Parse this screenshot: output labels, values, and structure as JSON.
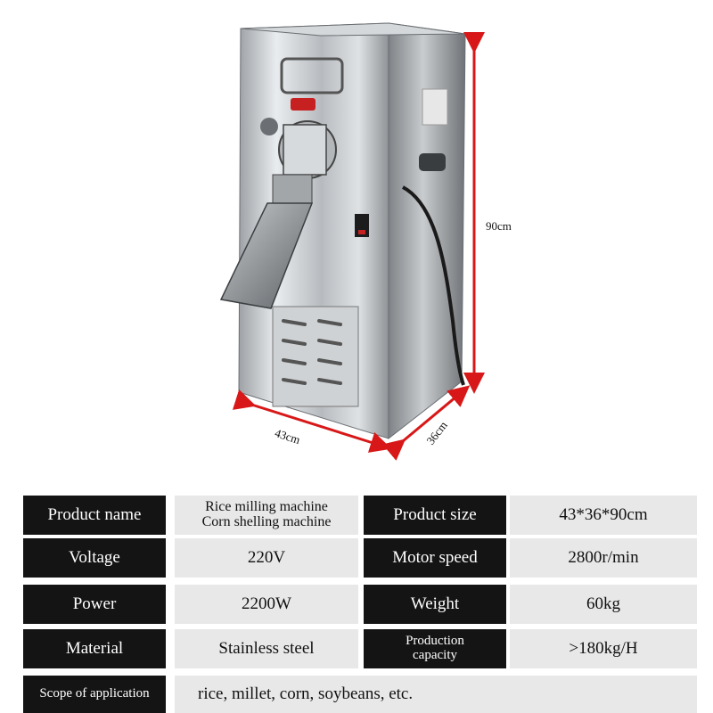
{
  "dimensions": {
    "height": "90cm",
    "width": "43cm",
    "depth": "36cm"
  },
  "colors": {
    "arrow": "#d81818",
    "label_bg": "#141414",
    "value_bg": "#e8e8e8"
  },
  "specs": {
    "product_name_label": "Product name",
    "product_name_line1": "Rice milling machine",
    "product_name_line2": "Corn shelling machine",
    "product_size_label": "Product size",
    "product_size_value": "43*36*90cm",
    "voltage_label": "Voltage",
    "voltage_value": "220V",
    "motor_speed_label": "Motor speed",
    "motor_speed_value": "2800r/min",
    "power_label": "Power",
    "power_value": "2200W",
    "weight_label": "Weight",
    "weight_value": "60kg",
    "material_label": "Material",
    "material_value": "Stainless steel",
    "capacity_label_line1": "Production",
    "capacity_label_line2": "capacity",
    "capacity_value": ">180kg/H",
    "scope_label": "Scope of application",
    "scope_value": "rice, millet, corn, soybeans, etc."
  }
}
